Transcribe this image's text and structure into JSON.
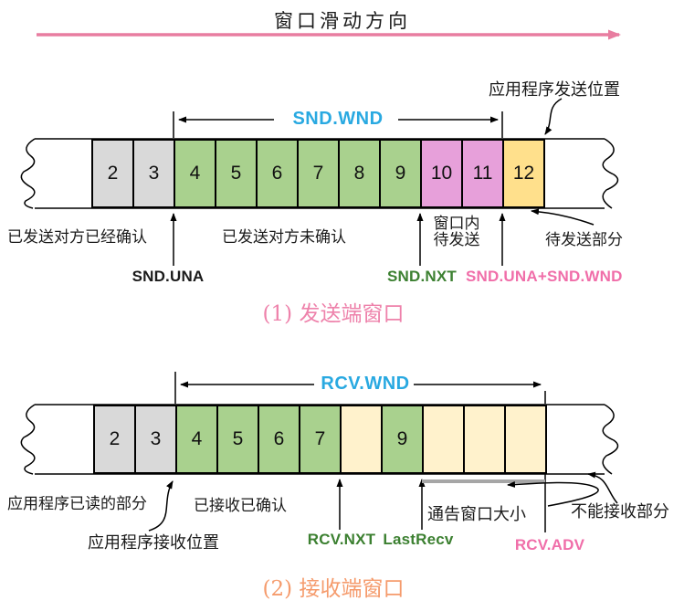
{
  "colors": {
    "arrow_pink": "#E87DA0",
    "wnd_blue": "#29A9E1",
    "label_green": "#3C8031",
    "label_pink": "#F06EA9",
    "caption1_pink": "#EE82AB",
    "caption2_orange": "#F59B6C",
    "cell_gray": "#D9D9D9",
    "cell_green": "#A9D18E",
    "cell_pink": "#E7A0DA",
    "cell_yellow": "#FFE08C",
    "cell_cream": "#FFF2CC",
    "gray_bar": "#A6A6A6"
  },
  "header": {
    "direction_label": "窗口滑动方向"
  },
  "sender": {
    "wnd_label": "SND.WND",
    "app_send_pos": "应用程序发送位置",
    "cells": [
      {
        "label": "2",
        "type": "gray"
      },
      {
        "label": "3",
        "type": "gray"
      },
      {
        "label": "4",
        "type": "green"
      },
      {
        "label": "5",
        "type": "green"
      },
      {
        "label": "6",
        "type": "green"
      },
      {
        "label": "7",
        "type": "green"
      },
      {
        "label": "8",
        "type": "green"
      },
      {
        "label": "9",
        "type": "green"
      },
      {
        "label": "10",
        "type": "pink"
      },
      {
        "label": "11",
        "type": "pink"
      },
      {
        "label": "12",
        "type": "yellow"
      }
    ],
    "sent_acked": "已发送对方已经确认",
    "sent_unacked": "已发送对方未确认",
    "in_window_line1": "窗口内",
    "in_window_line2": "待发送",
    "to_send_part": "待发送部分",
    "snd_una": "SND.UNA",
    "snd_nxt": "SND.NXT",
    "snd_una_wnd": "SND.UNA+SND.WND",
    "caption": "(1) 发送端窗口"
  },
  "receiver": {
    "wnd_label": "RCV.WND",
    "cells": [
      {
        "label": "2",
        "type": "gray"
      },
      {
        "label": "3",
        "type": "gray"
      },
      {
        "label": "4",
        "type": "green"
      },
      {
        "label": "5",
        "type": "green"
      },
      {
        "label": "6",
        "type": "green"
      },
      {
        "label": "7",
        "type": "green"
      },
      {
        "label": "",
        "type": "cream"
      },
      {
        "label": "9",
        "type": "green"
      },
      {
        "label": "",
        "type": "cream"
      },
      {
        "label": "",
        "type": "cream"
      },
      {
        "label": "",
        "type": "cream"
      }
    ],
    "app_read": "应用程序已读的部分",
    "received_acked": "已接收已确认",
    "app_recv_pos": "应用程序接收位置",
    "adv_window": "通告窗口大小",
    "cannot_recv": "不能接收部分",
    "rcv_nxt": "RCV.NXT",
    "last_recv": "LastRecv",
    "rcv_adv": "RCV.ADV",
    "caption": "(2) 接收端窗口"
  }
}
